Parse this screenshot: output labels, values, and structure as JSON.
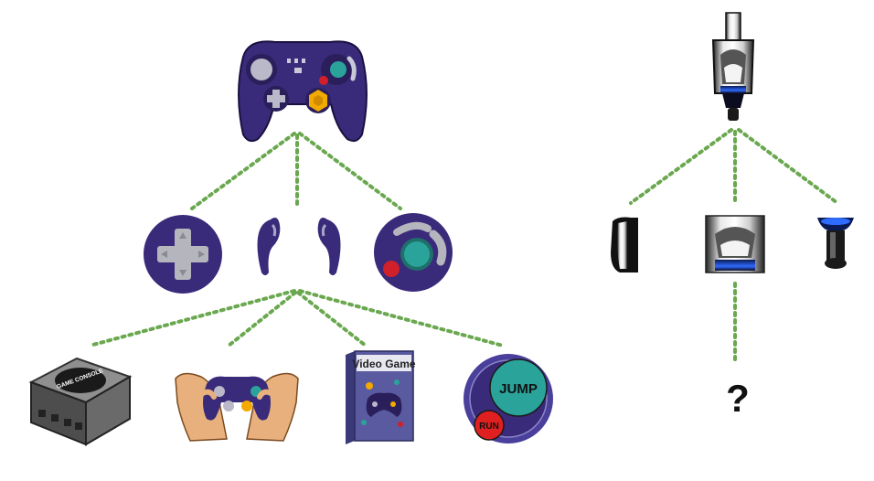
{
  "diagram": {
    "accent_color": "#6aa84f",
    "controller_purple": "#3a2a7a",
    "left_tree": {
      "root": {
        "icon": "gamecube-controller-icon"
      },
      "level1": [
        {
          "icon": "dpad-icon"
        },
        {
          "icon": "shoulder-triggers-icon"
        },
        {
          "icon": "face-buttons-icon"
        }
      ],
      "level2": [
        {
          "icon": "game-console-icon",
          "text": "GAME CONSOLE"
        },
        {
          "icon": "hands-holding-controller-icon"
        },
        {
          "icon": "video-game-box-icon",
          "text": "Video Game"
        },
        {
          "icon": "jump-run-buttons-icon",
          "jump": "JUMP",
          "run": "RUN"
        }
      ]
    },
    "right_tree": {
      "root": {
        "icon": "espresso-machine-icon"
      },
      "level1": [
        {
          "icon": "machine-side-panel-icon"
        },
        {
          "icon": "machine-center-part-icon"
        },
        {
          "icon": "machine-base-part-icon"
        }
      ],
      "unknown_label": "?"
    }
  }
}
